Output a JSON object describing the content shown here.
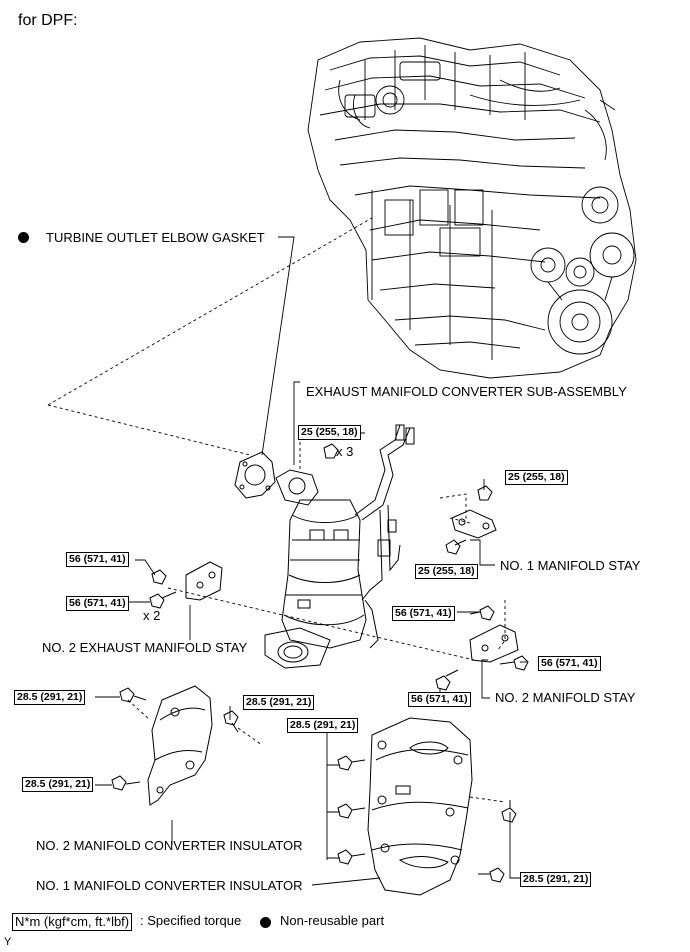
{
  "title": "for DPF:",
  "parts": {
    "turbine_gasket": "TURBINE OUTLET ELBOW GASKET",
    "converter": "EXHAUST MANIFOLD CONVERTER SUB-ASSEMBLY",
    "no1_stay": "NO. 1 MANIFOLD STAY",
    "no2_exh_stay": "NO. 2 EXHAUST MANIFOLD STAY",
    "no2_stay": "NO. 2 MANIFOLD STAY",
    "no2_insulator": "NO. 2 MANIFOLD CONVERTER INSULATOR",
    "no1_insulator": "NO. 1 MANIFOLD CONVERTER INSULATOR"
  },
  "torques": {
    "t25": "25 (255, 18)",
    "t56": "56 (571, 41)",
    "t285": "28.5 (291, 21)"
  },
  "multipliers": {
    "x3": "x 3",
    "x2": "x 2"
  },
  "legend": {
    "torque_box": "N*m (kgf*cm, ft.*lbf)",
    "torque_desc": ": Specified torque",
    "nonreusable": "Non-reusable part"
  },
  "figure_code": "Y"
}
